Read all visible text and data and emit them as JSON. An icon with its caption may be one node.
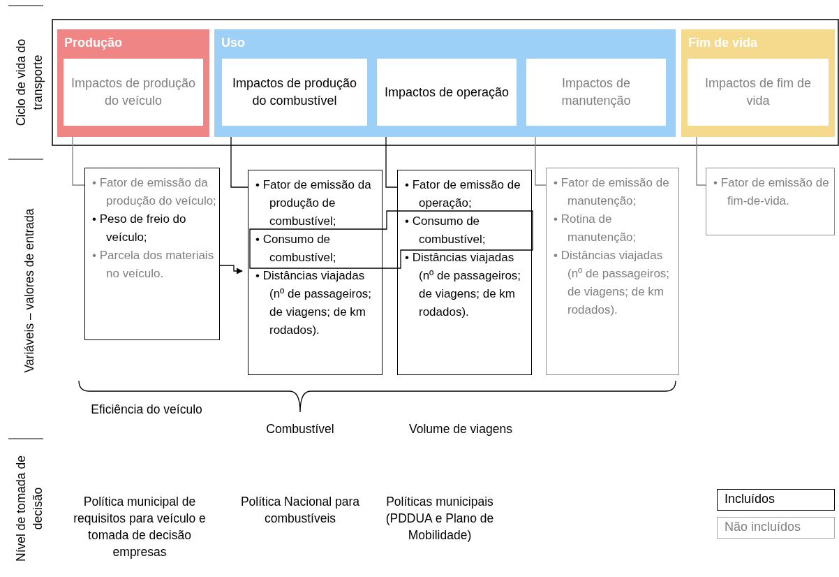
{
  "diagram": {
    "nodes": [
      {
        "text": [
          "Produção"
        ]
      },
      {
        "text": [
          "Impactos de produção do veículo"
        ],
        "in": 0
      },
      {
        "text": [
          "Uso"
        ]
      },
      {
        "text": [
          "Impactos de produção do combustível"
        ],
        "in": 2
      },
      {
        "text": [
          "Impactos de operação"
        ],
        "in": 2
      },
      {
        "text": [
          "Impactos de manutenção"
        ],
        "in": 2
      },
      {
        "text": [
          "Fim de vida"
        ]
      },
      {
        "text": [
          "Impactos de fim de vida"
        ],
        "in": 6
      },
      {
        "text": [
          "• Fator de emissão da produção do veículo;",
          "• Peso de freio do veículo;",
          "• Parcela dos materiais no veículo."
        ]
      },
      {
        "text": [
          "• Fator de emissão da produção de combustível;",
          "• Consumo de combustível;",
          "• Distâncias viajadas (nº de passageiros; de viagens; de km rodados)."
        ]
      },
      {
        "text": [
          "• Fator de emissão de operação;",
          "• Consumo de combustível;",
          "• Distâncias viajadas (nº de passageiros; de viagens; de km rodados)."
        ]
      },
      {
        "text": [
          "• Fator de emissão de manutenção;",
          "• Rotina de manutenção;",
          "• Distâncias viajadas (nº de passageiros; de viagens; de km rodados)."
        ]
      },
      {
        "text": [
          "• Fator de emissão de fim-de-vida."
        ]
      }
    ],
    "edges": [
      {
        "from": 8,
        "to": 1,
        "arrow": "to",
        "color": "#7f7f7f"
      },
      {
        "from": 9,
        "to": 3,
        "arrow": "to",
        "color": "#000000"
      },
      {
        "from": 10,
        "to": 4,
        "arrow": "to",
        "color": "#000000"
      },
      {
        "from": 11,
        "to": 5,
        "arrow": "to",
        "color": "#7f7f7f"
      },
      {
        "from": 12,
        "to": 7,
        "arrow": "to",
        "color": "#7f7f7f"
      },
      {
        "from": 8,
        "to": 9,
        "arrow": "to",
        "color": "#000000"
      }
    ],
    "labels": [
      "Ciclo de vida do transporte",
      "Variáveis – valores de entrada",
      "Nível de tomada de decisão",
      "Eficiência do veículo",
      "Combustível",
      "Volume de viagens",
      "Política municipal de requisitos para veículo e tomada de decisão empresas",
      "Política Nacional para combustíveis",
      "Políticas municipais (PDDUA e Plano de Mobilidade)"
    ],
    "legend": [
      {
        "text": "Incluídos"
      },
      {
        "text": "Não incluídos"
      }
    ]
  }
}
